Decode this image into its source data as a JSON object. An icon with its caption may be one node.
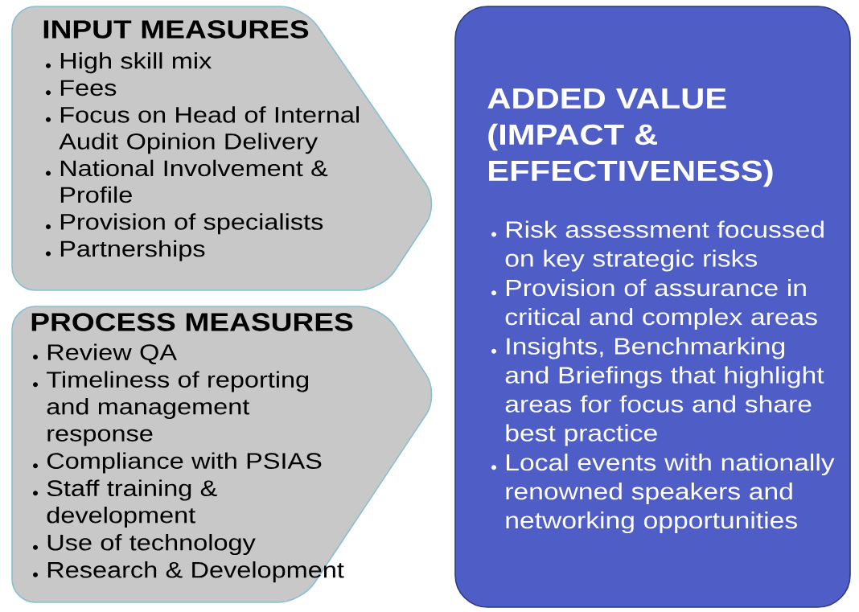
{
  "diagram": {
    "nodes": [
      {
        "text": [
          "INPUT MEASURES",
          "High skill mix",
          "Fees",
          "Focus on Head of Internal Audit Opinion Delivery",
          "National Involvement & Profile",
          "Provision of specialists",
          "Partnerships"
        ]
      },
      {
        "text": [
          "PROCESS MEASURES",
          "Review QA",
          "Timeliness of reporting and management response",
          "Compliance with PSIAS",
          "Staff training & development",
          "Use of technology",
          "Research & Development"
        ]
      },
      {
        "text": [
          "ADDED VALUE (IMPACT & EFFECTIVENESS)",
          "Risk assessment focussed on key strategic risks",
          "Provision of assurance in critical and complex areas",
          "Insights, Benchmarking and Briefings that highlight areas for focus and share best practice",
          "Local events with nationally renowned speakers and networking opportunities"
        ]
      }
    ]
  }
}
